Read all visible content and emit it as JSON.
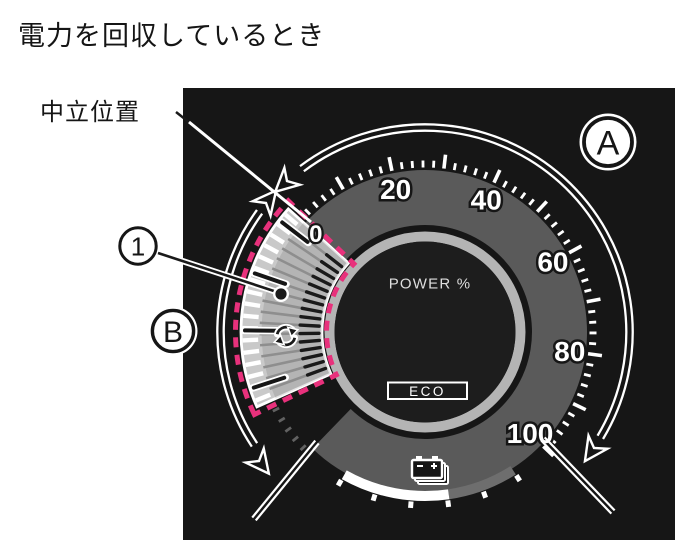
{
  "title": "電力を回収しているとき",
  "annotations": {
    "neutral_label": "中立位置",
    "callout_1": "1",
    "arrow_a_label": "A",
    "arrow_b_label": "B"
  },
  "gauge": {
    "unit_label": "POWER %",
    "eco_label": "ECO",
    "scale_min": 0,
    "scale_max": 100,
    "scale_numbers": [
      0,
      20,
      40,
      60,
      80,
      100
    ],
    "minor_tick_step": 2,
    "major_tick_step": 10,
    "charge_zone": {
      "highlighted": true,
      "outline_style": "dashed",
      "spoke_count": 17
    },
    "battery_gauge": {
      "fill_ratio": 0.61,
      "tick_count": 6
    },
    "icons": [
      "battery-icon",
      "charge-recycle-icon",
      "eco-badge"
    ]
  },
  "colors": {
    "accent_pink": "#e8317c",
    "panel_black": "#161616",
    "band_gray": "#5a5a5a",
    "ring_gray": "#b4b4b4",
    "wedge_gray": "#c9c9c9",
    "spoke_gray": "#8e8e8e",
    "faded_tick_gray": "#616161",
    "battery_empty_gray": "#6e6e6e",
    "white": "#ffffff",
    "ink": "#151515"
  }
}
